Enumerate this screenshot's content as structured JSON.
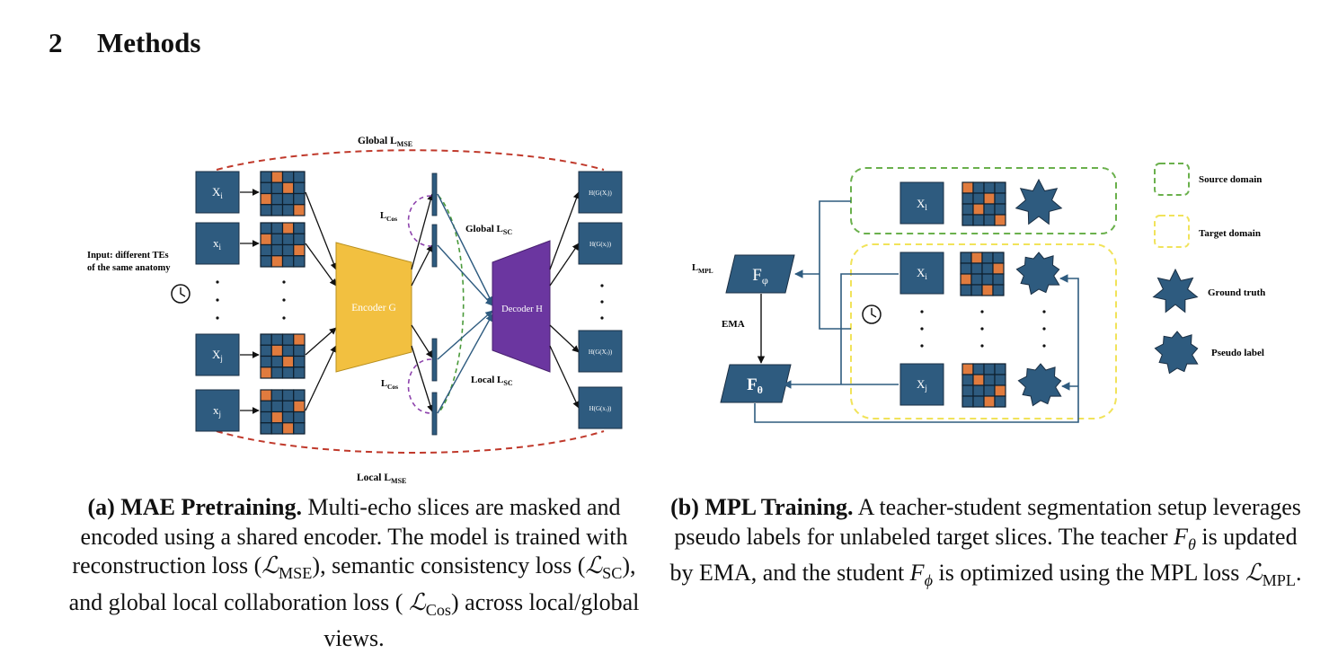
{
  "section": {
    "number": "2",
    "title": "Methods"
  },
  "figure_a": {
    "global_mse": {
      "main": "Global L",
      "sub": "MSE"
    },
    "local_mse": {
      "main": "Local L",
      "sub": "MSE"
    },
    "lcos": {
      "main": "L",
      "sub": "Cos"
    },
    "global_sc": {
      "main": "Global L",
      "sub": "SC"
    },
    "local_sc": {
      "main": "Local L",
      "sub": "SC"
    },
    "input_label": [
      "Input: different TEs",
      "of the same anatomy"
    ],
    "inputs": [
      {
        "main": "X",
        "sub": "i"
      },
      {
        "main": "x",
        "sub": "i"
      },
      {
        "main": "X",
        "sub": "j"
      },
      {
        "main": "x",
        "sub": "j"
      }
    ],
    "encoder": "Encoder G",
    "decoder": "Decoder H",
    "outputs": [
      "H(G(Xᵢ))",
      "H(G(xᵢ))",
      "H(G(Xⱼ))",
      "H(G(xⱼ))"
    ],
    "colors": {
      "box": "#2e5b7f",
      "patch": "#e07b3e",
      "encoder": "#f2c040",
      "decoder": "#6b36a0",
      "mse": "#c0392b",
      "cos": "#8e44ad",
      "sc": "#4a9a3a"
    }
  },
  "figure_b": {
    "lmpl": {
      "main": "L",
      "sub": "MPL"
    },
    "student": {
      "main": "F",
      "sub": "φ"
    },
    "teacher": {
      "main": "F",
      "sub": "θ"
    },
    "ema": "EMA",
    "source_input": {
      "main": "X",
      "sub": "l"
    },
    "target_inputs": [
      {
        "main": "X",
        "sub": "i"
      },
      {
        "main": "X",
        "sub": "j"
      }
    ],
    "legend": [
      "Source domain",
      "Target domain",
      "Ground truth",
      "Pseudo label"
    ],
    "colors": {
      "source": "#6ab04c",
      "target": "#f1e35a",
      "box": "#2e5b7f"
    }
  },
  "captions": {
    "a": {
      "label": "(a) MAE Pretraining.",
      "t1": " Multi-echo slices are masked and encoded using a shared encoder. The model is trained with reconstruction loss (",
      "sym": "ℒ",
      "s1": "MSE",
      "t2": "), semantic consistency loss (",
      "s2": "SC",
      "t3": "), and global local collaboration loss ( ",
      "s3": "Cos",
      "t4": ") across local/global views."
    },
    "b": {
      "label": "(b) MPL Training.",
      "t1": " A teacher-student segmentation setup leverages pseudo labels for unlabeled target slices. The teacher ",
      "f": "F",
      "s1": "θ",
      "t2": " is updated by EMA, and the student ",
      "s2": "ϕ",
      "t3": " is optimized using the MPL loss ",
      "sym": "ℒ",
      "s3": "MPL",
      "t4": "."
    }
  }
}
